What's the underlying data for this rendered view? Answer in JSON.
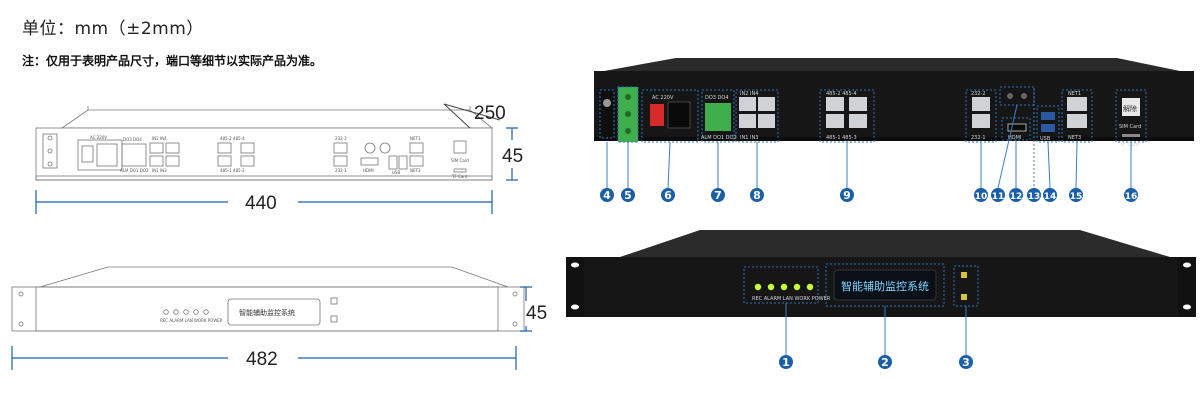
{
  "header": {
    "unit": "单位：mm（±2mm）",
    "note": "注：仅用于表明产品尺寸，端口等细节以实际产品为准。"
  },
  "dimensions": {
    "width_rear": "440",
    "depth": "250",
    "height_rear": "45",
    "width_front": "482",
    "height_front": "45"
  },
  "rear_labels": {
    "ac": "AC 220V",
    "do": "DO3  DO4",
    "alm": "ALM DO1 DO2",
    "in_top": "IN2   IN4",
    "in_bot": "IN1   IN3",
    "rs485_top": "485-2  485-4",
    "rs485_bot": "485-1  485-3",
    "rs232_top": "232-2",
    "rs232_bot": "232-1",
    "hdmi": "HDMI",
    "usb": "USB",
    "net_top": "NET1",
    "net_bot": "NET3",
    "sim": "SIM Card",
    "tf": "TF Card",
    "sim_btn": "解除"
  },
  "front_labels": {
    "display": "智能辅助监控系统",
    "leds": "REC  ALARM  LAN  WORK POWER"
  },
  "callouts": [
    "1",
    "2",
    "3",
    "4",
    "5",
    "6",
    "7",
    "8",
    "9",
    "10",
    "11",
    "12",
    "13",
    "14",
    "15",
    "16"
  ],
  "colors": {
    "badge": "#1b5fa8",
    "leader": "#3a7cc4",
    "device": "#1a1a1a",
    "led": "#c8ff3c",
    "terminal": "#3fae4d"
  }
}
